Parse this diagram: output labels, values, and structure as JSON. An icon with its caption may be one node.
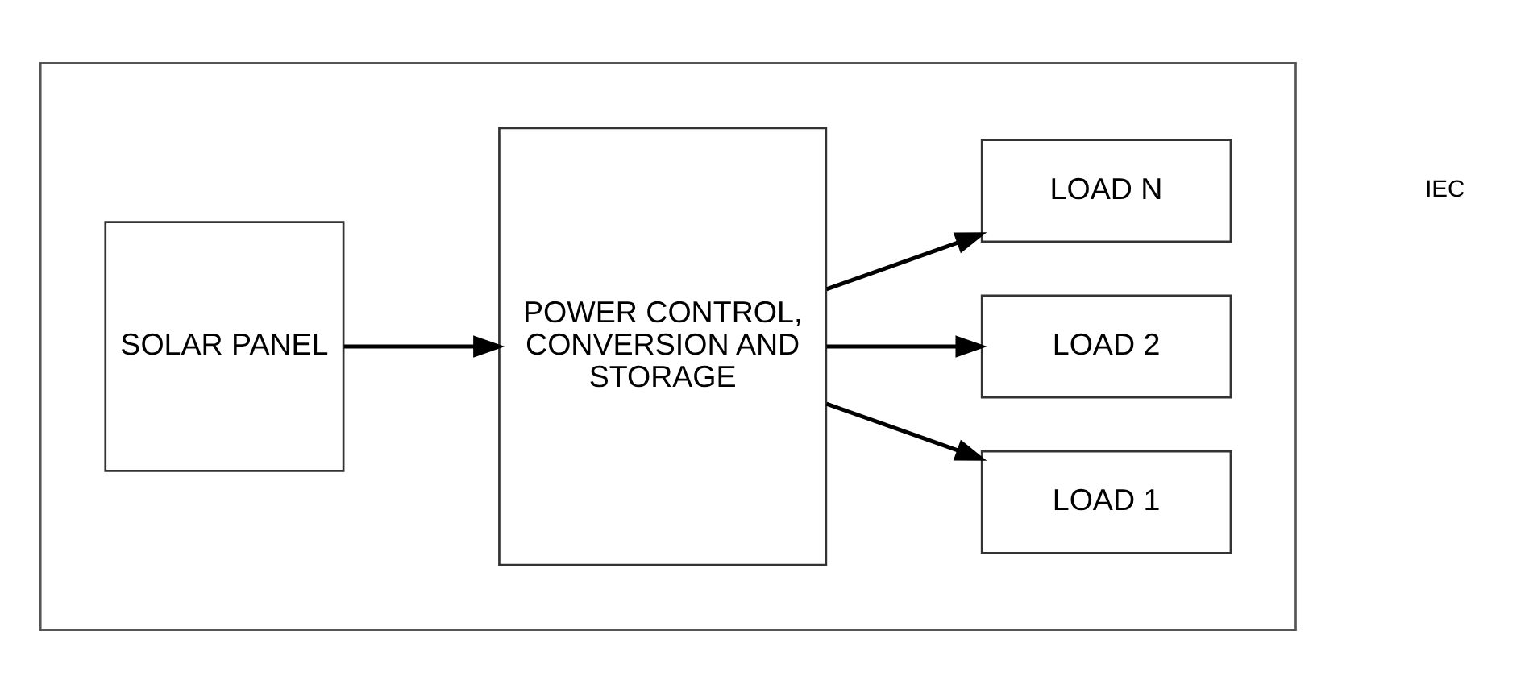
{
  "diagram": {
    "nodes": [
      {
        "text": [],
        "shape": "box"
      },
      {
        "text": [
          "SOLAR PANEL"
        ],
        "in": 0
      },
      {
        "text": [
          "POWER CONTROL, CONVERSION AND STORAGE"
        ],
        "in": 0
      },
      {
        "text": [
          "LOAD 1"
        ],
        "in": 0
      },
      {
        "text": [
          "LOAD 2"
        ],
        "in": 0
      },
      {
        "text": [
          "LOAD N"
        ],
        "in": 0
      }
    ],
    "edges": [
      {
        "from": 1,
        "to": 2,
        "arrow": "to"
      },
      {
        "from": 2,
        "to": 3,
        "arrow": "to"
      },
      {
        "from": 2,
        "to": 4,
        "arrow": "to"
      },
      {
        "from": 2,
        "to": 5,
        "arrow": "to"
      }
    ],
    "labels": [
      "IEC"
    ]
  }
}
